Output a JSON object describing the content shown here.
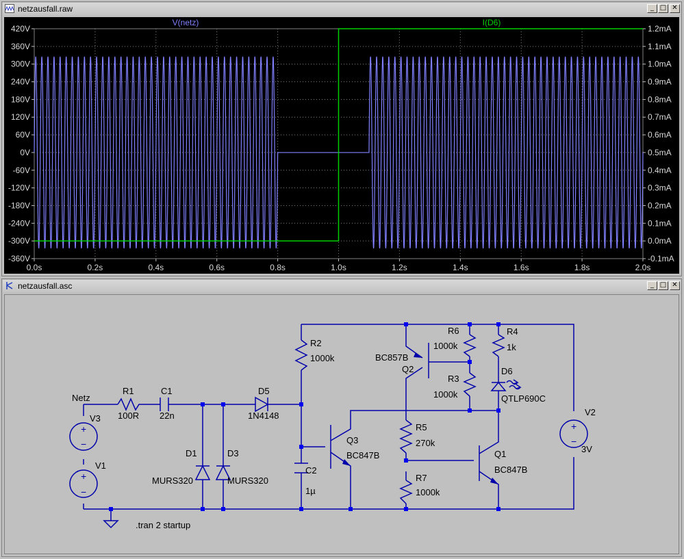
{
  "plot_window": {
    "title": "netzausfall.raw",
    "trace_v_label": "V(netz)",
    "trace_i_label": "I(D6)",
    "trace_v_color": "#8080ff",
    "trace_i_color": "#00d000",
    "left_ticks": [
      "420V",
      "360V",
      "300V",
      "240V",
      "180V",
      "120V",
      "60V",
      "0V",
      "-60V",
      "-120V",
      "-180V",
      "-240V",
      "-300V",
      "-360V"
    ],
    "right_ticks": [
      "1.2mA",
      "1.1mA",
      "1.0mA",
      "0.9mA",
      "0.8mA",
      "0.7mA",
      "0.6mA",
      "0.5mA",
      "0.4mA",
      "0.3mA",
      "0.2mA",
      "0.1mA",
      "0.0mA",
      "-0.1mA"
    ],
    "x_ticks": [
      "0.0s",
      "0.2s",
      "0.4s",
      "0.6s",
      "0.8s",
      "1.0s",
      "1.2s",
      "1.4s",
      "1.6s",
      "1.8s",
      "2.0s"
    ]
  },
  "chart_data": {
    "type": "line",
    "xlim": [
      0,
      2.0
    ],
    "ylim_left": [
      -360,
      420
    ],
    "ylim_right": [
      -0.1,
      1.2
    ],
    "grid": true,
    "series": [
      {
        "name": "V(netz)",
        "axis": "left",
        "kind": "sine",
        "amplitude": 325,
        "frequency_hz": 50,
        "on_intervals": [
          [
            0,
            0.8
          ],
          [
            1.1,
            2.0
          ]
        ],
        "off_value": 0
      },
      {
        "name": "I(D6)",
        "axis": "right",
        "kind": "step",
        "points": [
          [
            0,
            0.0
          ],
          [
            1.0,
            0.0
          ],
          [
            1.0,
            1.2
          ],
          [
            2.0,
            1.2
          ]
        ]
      }
    ]
  },
  "schematic_window": {
    "title": "netzausfall.asc",
    "wire_color": "#0000aa",
    "components": {
      "r1": {
        "ref": "R1",
        "value": "100R"
      },
      "c1": {
        "ref": "C1",
        "value": "22n"
      },
      "d5": {
        "ref": "D5",
        "value": "1N4148"
      },
      "d1": {
        "ref": "D1",
        "value": "MURS320"
      },
      "d3": {
        "ref": "D3",
        "value": "MURS320"
      },
      "r2": {
        "ref": "R2",
        "value": "1000k"
      },
      "c2": {
        "ref": "C2",
        "value": "1µ"
      },
      "q3": {
        "ref": "Q3",
        "value": "BC847B"
      },
      "q2": {
        "ref": "Q2",
        "value": "BC857B"
      },
      "r6": {
        "ref": "R6",
        "value": "1000k"
      },
      "r3": {
        "ref": "R3",
        "value": "1000k"
      },
      "r5": {
        "ref": "R5",
        "value": "270k"
      },
      "r7": {
        "ref": "R7",
        "value": "1000k"
      },
      "r4": {
        "ref": "R4",
        "value": "1k"
      },
      "d6": {
        "ref": "D6",
        "value": "QTLP690C"
      },
      "q1": {
        "ref": "Q1",
        "value": "BC847B"
      },
      "v1": {
        "ref": "V1"
      },
      "v2": {
        "ref": "V2",
        "value": "3V"
      },
      "v3": {
        "ref": "V3"
      }
    },
    "net_label": "Netz",
    "directive": ".tran 2 startup"
  }
}
